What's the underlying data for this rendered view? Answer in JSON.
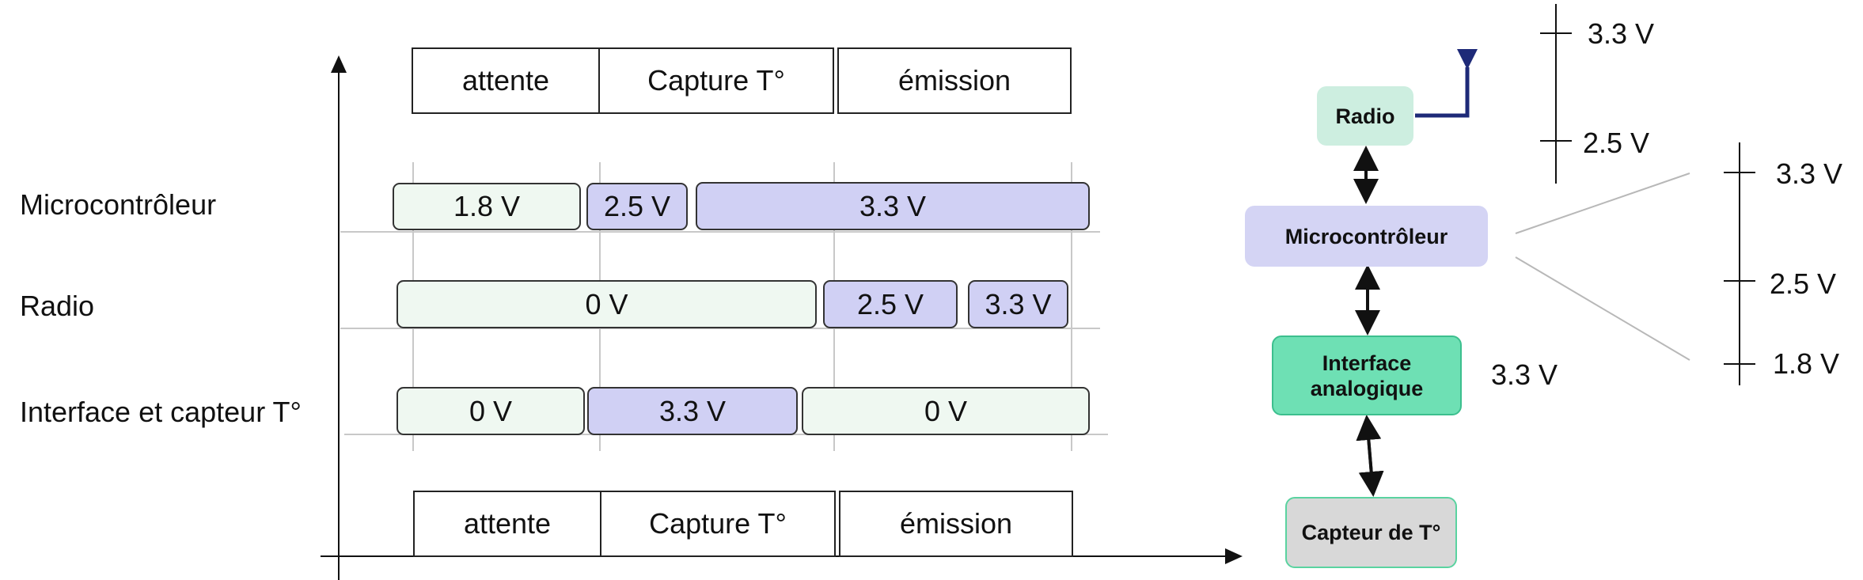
{
  "timeline": {
    "phases_top": [
      "attente",
      "Capture T°",
      "émission"
    ],
    "phases_bottom": [
      "attente",
      "Capture T°",
      "émission"
    ],
    "rows": [
      {
        "label": "Microcontrôleur",
        "segments": [
          {
            "text": "1.8 V",
            "level": "low"
          },
          {
            "text": "2.5 V",
            "level": "high"
          },
          {
            "text": "3.3 V",
            "level": "high"
          }
        ]
      },
      {
        "label": "Radio",
        "segments": [
          {
            "text": "0 V",
            "level": "low"
          },
          {
            "text": "2.5 V",
            "level": "high"
          },
          {
            "text": "3.3 V",
            "level": "high"
          }
        ]
      },
      {
        "label": "Interface et capteur T°",
        "segments": [
          {
            "text": "0 V",
            "level": "low"
          },
          {
            "text": "3.3 V",
            "level": "high"
          },
          {
            "text": "0 V",
            "level": "low"
          }
        ]
      }
    ]
  },
  "block_diagram": {
    "radio": "Radio",
    "microcontroleur": "Microcontrôleur",
    "interface": "Interface analogique",
    "capteur": "Capteur de T°",
    "interface_voltage": "3.3 V",
    "radio_scale": [
      "3.3 V",
      "2.5 V"
    ],
    "micro_scale": [
      "3.3 V",
      "2.5 V",
      "1.8 V"
    ]
  },
  "colors": {
    "segment_low": "#eff8f1",
    "segment_high": "#d0d0f4",
    "radio_block": "#cdeee0",
    "micro_block": "#d4d4f4",
    "interface_block": "#6ee0b4",
    "capteur_block": "#d8d8d8",
    "antenna": "#1e2a78"
  }
}
